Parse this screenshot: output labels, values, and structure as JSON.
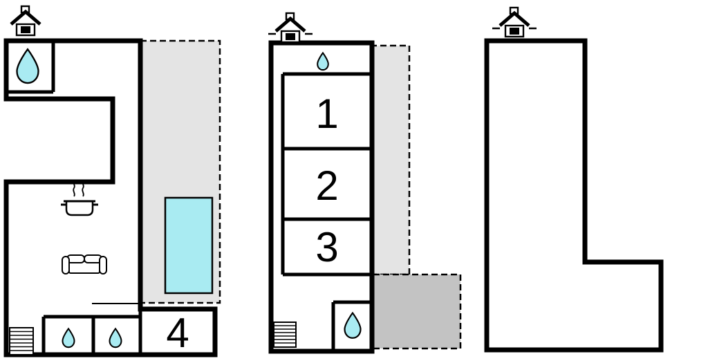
{
  "colors": {
    "wall": "#000000",
    "water": "#a9ebf2",
    "terrace_light": "#e4e4e4",
    "terrace_dark": "#c3c3c3",
    "background": "#ffffff"
  },
  "rooms": {
    "r1": "1",
    "r2": "2",
    "r3": "3",
    "r4": "4"
  }
}
